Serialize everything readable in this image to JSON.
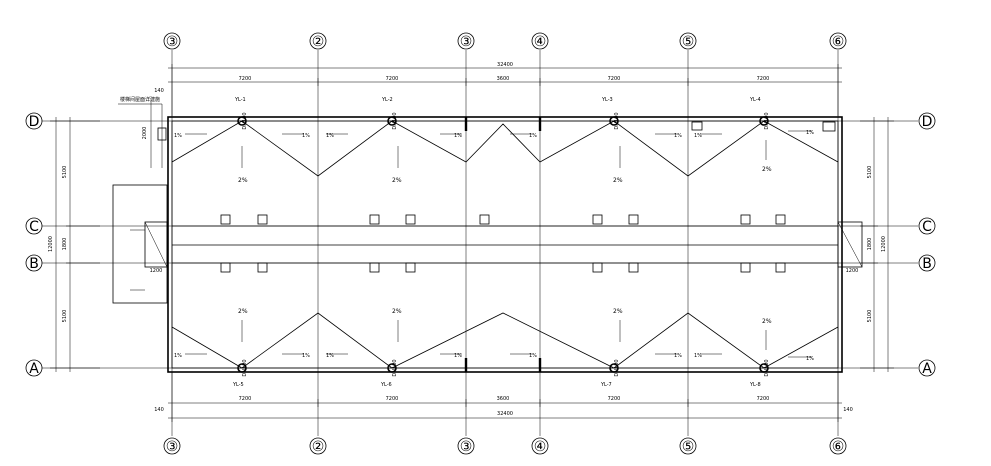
{
  "grid": {
    "columns": [
      "③",
      "②",
      "③",
      "④",
      "⑤",
      "⑥"
    ],
    "rows": [
      "D",
      "C",
      "B",
      "A"
    ]
  },
  "dimensions": {
    "top_spans": [
      "7200",
      "7200",
      "3600",
      "7200",
      "7200"
    ],
    "top_total": "32400",
    "top_offset": "140",
    "bottom_spans": [
      "7200",
      "7200",
      "3600",
      "7200",
      "7200"
    ],
    "bottom_total": "32400",
    "bottom_offset_left": "140",
    "bottom_offset_right": "140",
    "left_upper": "5100",
    "left_middle": "1800",
    "left_lower": "5100",
    "left_total": "12000",
    "right_upper": "5100",
    "right_middle": "1800",
    "right_lower": "5100",
    "right_total": "12000",
    "stair_width_left": "1200",
    "stair_width_right": "1200",
    "parapet_height": "2000"
  },
  "annotations": {
    "stair_note": "楼梯间屋面详建施",
    "drain_size": "DN100"
  },
  "downpipes": {
    "top": [
      "YL-1",
      "YL-2",
      "YL-3",
      "YL-4"
    ],
    "bottom": [
      "YL-5",
      "YL-6",
      "YL-7",
      "YL-8"
    ]
  },
  "slopes": {
    "small": "1%",
    "large": "2%"
  }
}
